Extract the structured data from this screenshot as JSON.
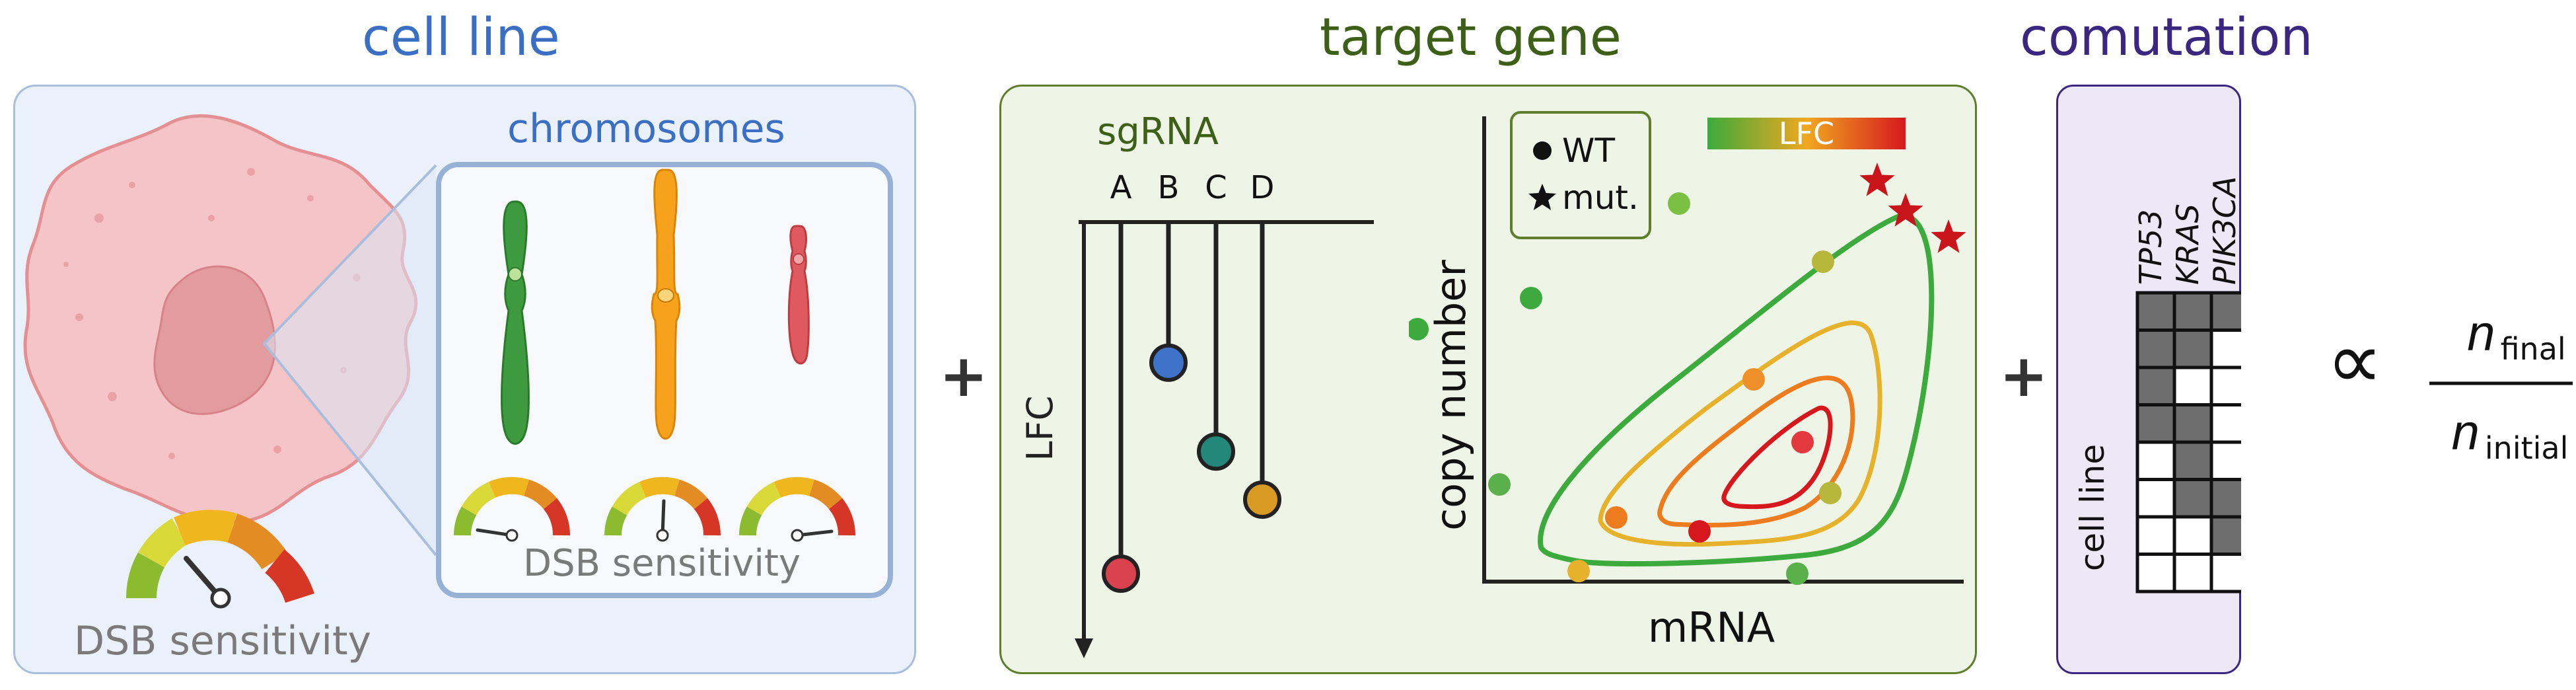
{
  "cell_line": {
    "title": "cell line",
    "inset_title": "chromosomes",
    "inset_label": "DSB sensitivity",
    "main_label": "DSB sensitivity"
  },
  "target_gene": {
    "title": "target gene",
    "sgrna_title": "sgRNA",
    "guides": [
      "A",
      "B",
      "C",
      "D"
    ],
    "guide_lfc": {
      "A": -0.95,
      "B": -0.38,
      "C": -0.62,
      "D": -0.75
    },
    "lfc_axis_label": "LFC",
    "scatter": {
      "legend_wt": "WT",
      "legend_mut": "mut.",
      "colorbar_label": "LFC",
      "xlabel": "mRNA",
      "ylabel": "copy number"
    }
  },
  "comutation": {
    "title": "comutation",
    "genes": [
      "TP53",
      "KRAS",
      "PIK3CA"
    ],
    "row_label": "cell line",
    "matrix": [
      [
        1,
        1,
        1
      ],
      [
        1,
        1,
        0
      ],
      [
        1,
        0,
        0
      ],
      [
        1,
        1,
        0
      ],
      [
        0,
        1,
        0
      ],
      [
        0,
        1,
        1
      ],
      [
        0,
        0,
        1
      ],
      [
        0,
        0,
        0
      ]
    ]
  },
  "operators": {
    "plus": "+",
    "proportional": "∝"
  },
  "formula": {
    "numerator_var": "n",
    "numerator_sub": "final",
    "denominator_var": "n",
    "denominator_sub": "initial"
  },
  "colors": {
    "cell_title": "#3b6fc4",
    "gene_title": "#3d5f17",
    "comut_title": "#3a2780",
    "panel1_fill": "#eaf1fa",
    "panel2_fill": "#eff5e6",
    "panel3_fill": "#ece8f6",
    "mutated_cell": "#6e6e6e"
  }
}
